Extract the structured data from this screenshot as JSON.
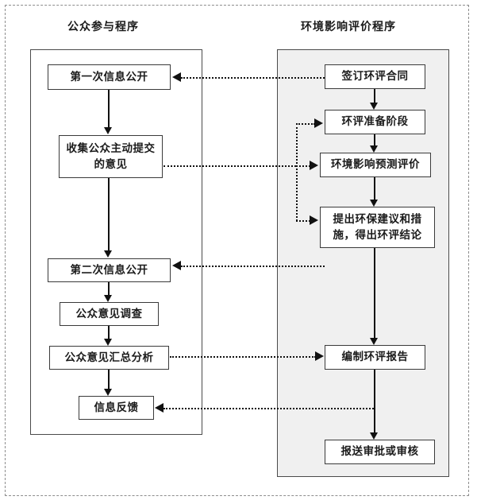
{
  "diagram": {
    "title_left": "公众参与程序",
    "title_right": "环境影响评价程序",
    "left_nodes": [
      {
        "id": "first-disclosure",
        "label": "第一次信息公开"
      },
      {
        "id": "collect-opinions",
        "label": "收集公众主动提交的意见"
      },
      {
        "id": "second-disclosure",
        "label": "第二次信息公开"
      },
      {
        "id": "opinion-survey",
        "label": "公众意见调查"
      },
      {
        "id": "opinion-analysis",
        "label": "公众意见汇总分析"
      },
      {
        "id": "information-feedback",
        "label": "信息反馈"
      }
    ],
    "right_nodes": [
      {
        "id": "sign-contract",
        "label": "签订环评合同"
      },
      {
        "id": "preparation-stage",
        "label": "环评准备阶段"
      },
      {
        "id": "impact-prediction",
        "label": "环境影响预测评价"
      },
      {
        "id": "recommendations",
        "label": "提出环保建议和措施，得出环评结论"
      },
      {
        "id": "compile-report",
        "label": "编制环评报告"
      },
      {
        "id": "submit-approval",
        "label": "报送审批或审核"
      }
    ],
    "colors": {
      "page_background": "#ffffff",
      "left_panel_fill": "#ffffff",
      "right_panel_fill": "#f0f0f0",
      "panel_border": "#4b4b4b",
      "node_border": "#3a3a3a",
      "node_fill": "#ffffff",
      "connector": "#111111",
      "text": "#1b1b1b"
    }
  }
}
